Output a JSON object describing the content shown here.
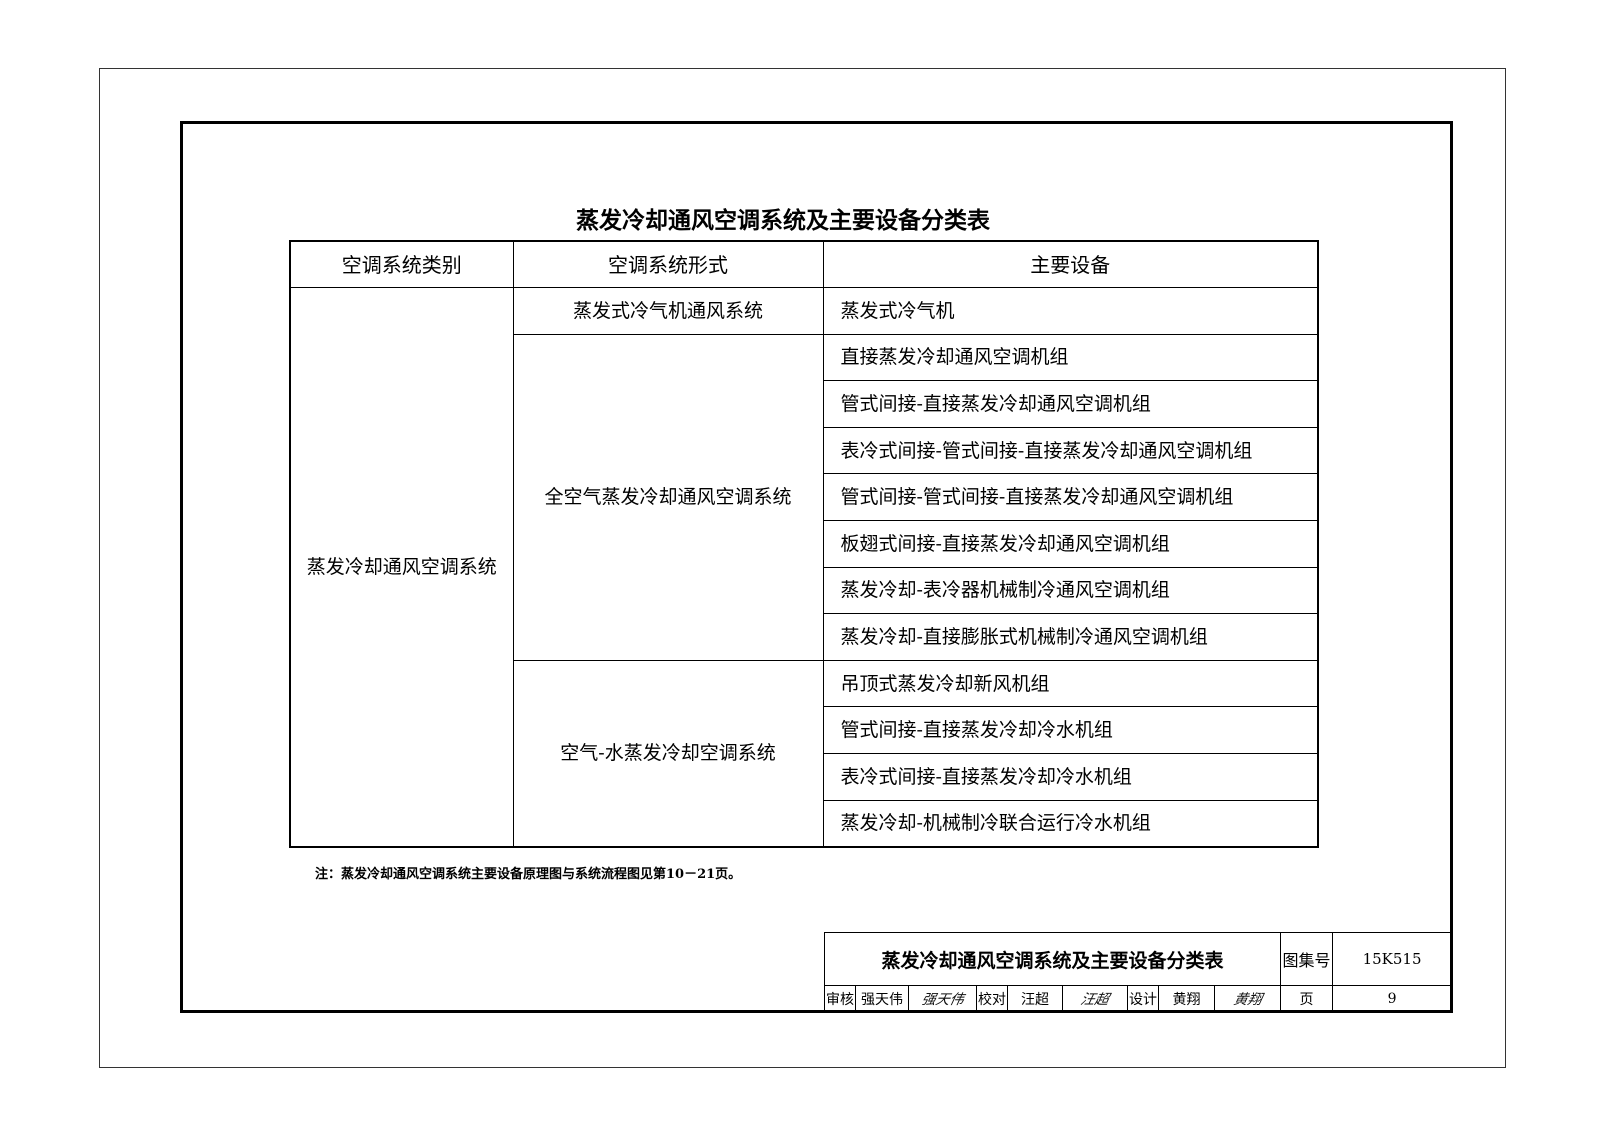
{
  "title": "蒸发冷却通风空调系统及主要设备分类表",
  "table": {
    "headers": [
      "空调系统类别",
      "空调系统形式",
      "主要设备"
    ],
    "category": "蒸发冷却通风空调系统",
    "groups": [
      {
        "form": "蒸发式冷气机通风系统",
        "equipment": [
          "蒸发式冷气机"
        ]
      },
      {
        "form": "全空气蒸发冷却通风空调系统",
        "equipment": [
          "直接蒸发冷却通风空调机组",
          "管式间接-直接蒸发冷却通风空调机组",
          "表冷式间接-管式间接-直接蒸发冷却通风空调机组",
          "管式间接-管式间接-直接蒸发冷却通风空调机组",
          "板翅式间接-直接蒸发冷却通风空调机组",
          "蒸发冷却-表冷器机械制冷通风空调机组",
          "蒸发冷却-直接膨胀式机械制冷通风空调机组"
        ]
      },
      {
        "form": "空气-水蒸发冷却空调系统",
        "equipment": [
          "吊顶式蒸发冷却新风机组",
          "管式间接-直接蒸发冷却冷水机组",
          "表冷式间接-直接蒸发冷却冷水机组",
          "蒸发冷却-机械制冷联合运行冷水机组"
        ]
      }
    ]
  },
  "note": "注：蒸发冷却通风空调系统主要设备原理图与系统流程图见第10－21页。",
  "title_block": {
    "title": "蒸发冷却通风空调系统及主要设备分类表",
    "atlas_label": "图集号",
    "atlas_number": "15K515",
    "page_label": "页",
    "page_number": "9",
    "review_label": "审核",
    "reviewer": "强天伟",
    "reviewer_signature": "强天伟",
    "check_label": "校对",
    "checker": "汪超",
    "checker_signature": "汪超",
    "design_label": "设计",
    "designer": "黄翔",
    "designer_signature": "黄翔"
  }
}
